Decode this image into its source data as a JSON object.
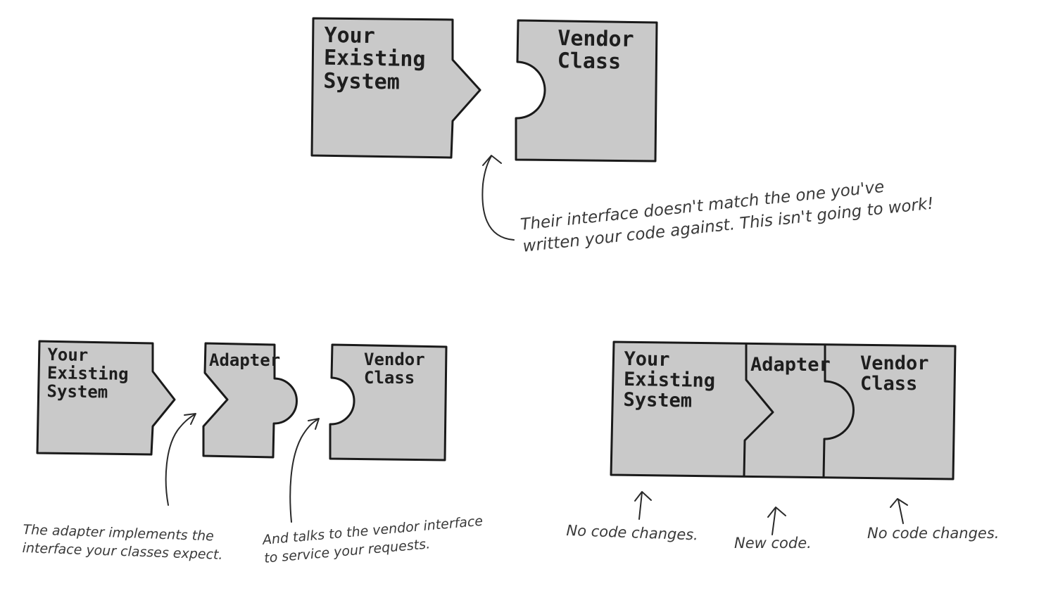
{
  "diagram": {
    "top": {
      "existing_system": [
        "Your",
        "Existing",
        "System"
      ],
      "vendor_class": [
        "Vendor",
        "Class"
      ],
      "note": [
        "Their interface doesn't match the one you've",
        "written your code against. This isn't going to work!"
      ]
    },
    "bottom_left": {
      "existing_system": [
        "Your",
        "Existing",
        "System"
      ],
      "adapter": "Adapter",
      "vendor_class": [
        "Vendor",
        "Class"
      ],
      "adapter_note": [
        "The adapter implements the",
        "interface your classes expect."
      ],
      "vendor_note": [
        "And talks to the vendor interface",
        "to service your requests."
      ]
    },
    "bottom_right": {
      "existing_system": [
        "Your",
        "Existing",
        "System"
      ],
      "adapter": "Adapter",
      "vendor_class": [
        "Vendor",
        "Class"
      ],
      "notes": [
        "No code changes.",
        "New code.",
        "No code changes."
      ]
    }
  }
}
